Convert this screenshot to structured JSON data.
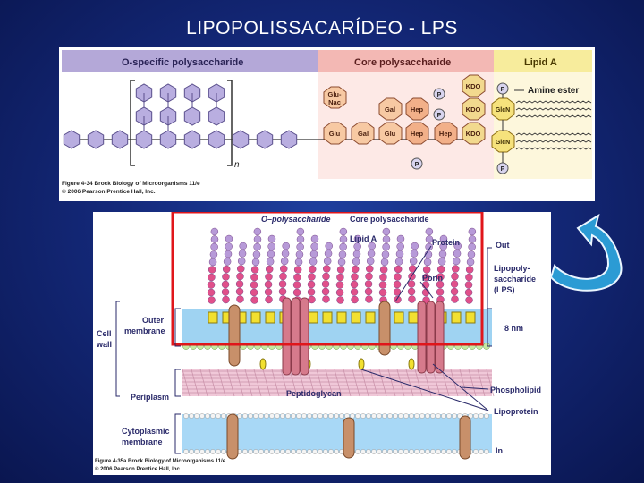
{
  "slide": {
    "title": "LIPOPOLISSACARÍDEO - LPS"
  },
  "figure1": {
    "header": {
      "o_specific": "O-specific polysaccharide",
      "core": "Core polysaccharide",
      "lipid_a": "Lipid A"
    },
    "amine_ester": "Amine ester",
    "repeat_n": "n",
    "hex_labels": {
      "glunac_1": "Glu-",
      "glunac_2": "Nac",
      "gal": "Gal",
      "glu": "Glu",
      "hep": "Hep",
      "kdo": "KDO",
      "glcn": "GlcN",
      "p": "P"
    },
    "caption_1": "Figure 4-34 Brock Biology of Microorganisms 11/e",
    "caption_2": "© 2006 Pearson Prentice Hall, Inc."
  },
  "figure2": {
    "labels": {
      "o_polysaccharide": "O–polysaccharide",
      "core_polysaccharide": "Core polysaccharide",
      "lipid_a": "Lipid A",
      "protein": "Protein",
      "porin": "Porin",
      "out": "Out",
      "lps_1": "Lipopoly-",
      "lps_2": "saccharide",
      "lps_3": "(LPS)",
      "thickness": "8 nm",
      "outer_membrane_1": "Outer",
      "outer_membrane_2": "membrane",
      "cell_wall_1": "Cell",
      "cell_wall_2": "wall",
      "periplasm": "Periplasm",
      "peptidoglycan": "Peptidoglycan",
      "phospholipid": "Phospholipid",
      "lipoprotein": "Lipoprotein",
      "cyto_1": "Cytoplasmic",
      "cyto_2": "membrane",
      "in": "In"
    },
    "caption_1": "Figure 4-35a Brock Biology of Microorganisms 11/e",
    "caption_2": "© 2006 Pearson Prentice Hall, Inc."
  },
  "colors": {
    "highlight_box": "#e0161b",
    "arrow": "#2b9bd4"
  }
}
